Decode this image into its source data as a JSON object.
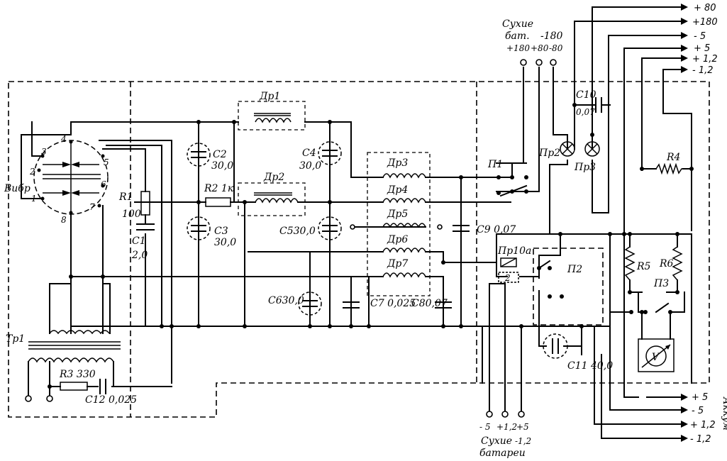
{
  "components": {
    "vibrator": "Вибр",
    "vibrator_pins": [
      "1",
      "2",
      "3",
      "4",
      "5",
      "6",
      "7",
      "8"
    ],
    "transformer": "Тр1",
    "r1": "R1",
    "r1_value": "100",
    "c1": "C1",
    "c1_value": "2,0",
    "c2": "C2",
    "c2_value": "30,0",
    "c3": "C3",
    "c3_value": "30,0",
    "r2": "R2",
    "r2_value": "1к",
    "c4": "C4",
    "c4_value": "30,0",
    "c5": "C5",
    "c5_value": "30,0",
    "c6": "C6",
    "c6_value": "30,0",
    "c7": "C7",
    "c7_value": "0,025",
    "c8": "C8",
    "c8_value": "0,07",
    "c9": "C9",
    "c9_value": "0,07",
    "c10": "C10",
    "c10_value": "0,07",
    "c11": "C11",
    "c11_value": "40,0",
    "c12": "C12",
    "c12_value": "0,025",
    "r3": "R3",
    "r3_value": "330",
    "r4": "R4",
    "r5": "R5",
    "r6": "R6",
    "chokes": [
      "Др1",
      "Др2",
      "Др3",
      "Др4",
      "Др5",
      "Др6",
      "Др7"
    ],
    "switch1": "П1",
    "switch2": "П2",
    "switch3": "П3",
    "fuse1": "Пр1",
    "fuse2": "Пр2",
    "fuse3": "Пр3",
    "fuse1_value": "0а",
    "voltmeter": "V",
    "fuse_small": "2"
  },
  "dry_battery_top": {
    "label_line1": "Сухие",
    "label_line2": "бат.",
    "minus_180": "-180",
    "plus_180": "+180",
    "plus_80": "+80",
    "minus_80": "-80"
  },
  "rails_top": [
    "+ 80",
    "+180",
    "- 5",
    "+ 5",
    "+ 1,2",
    "- 1,2"
  ],
  "dry_battery_bottom": {
    "minus_5": "- 5",
    "plus_1_2": "+1,2",
    "plus_5": "+5",
    "label_line1": "Сухие",
    "minus_1_2": "-1,2",
    "label_line2": "батареи"
  },
  "accu_rails": [
    "+ 5",
    "- 5",
    "+ 1,2",
    "- 1,2"
  ],
  "accu_label": "Аккум"
}
